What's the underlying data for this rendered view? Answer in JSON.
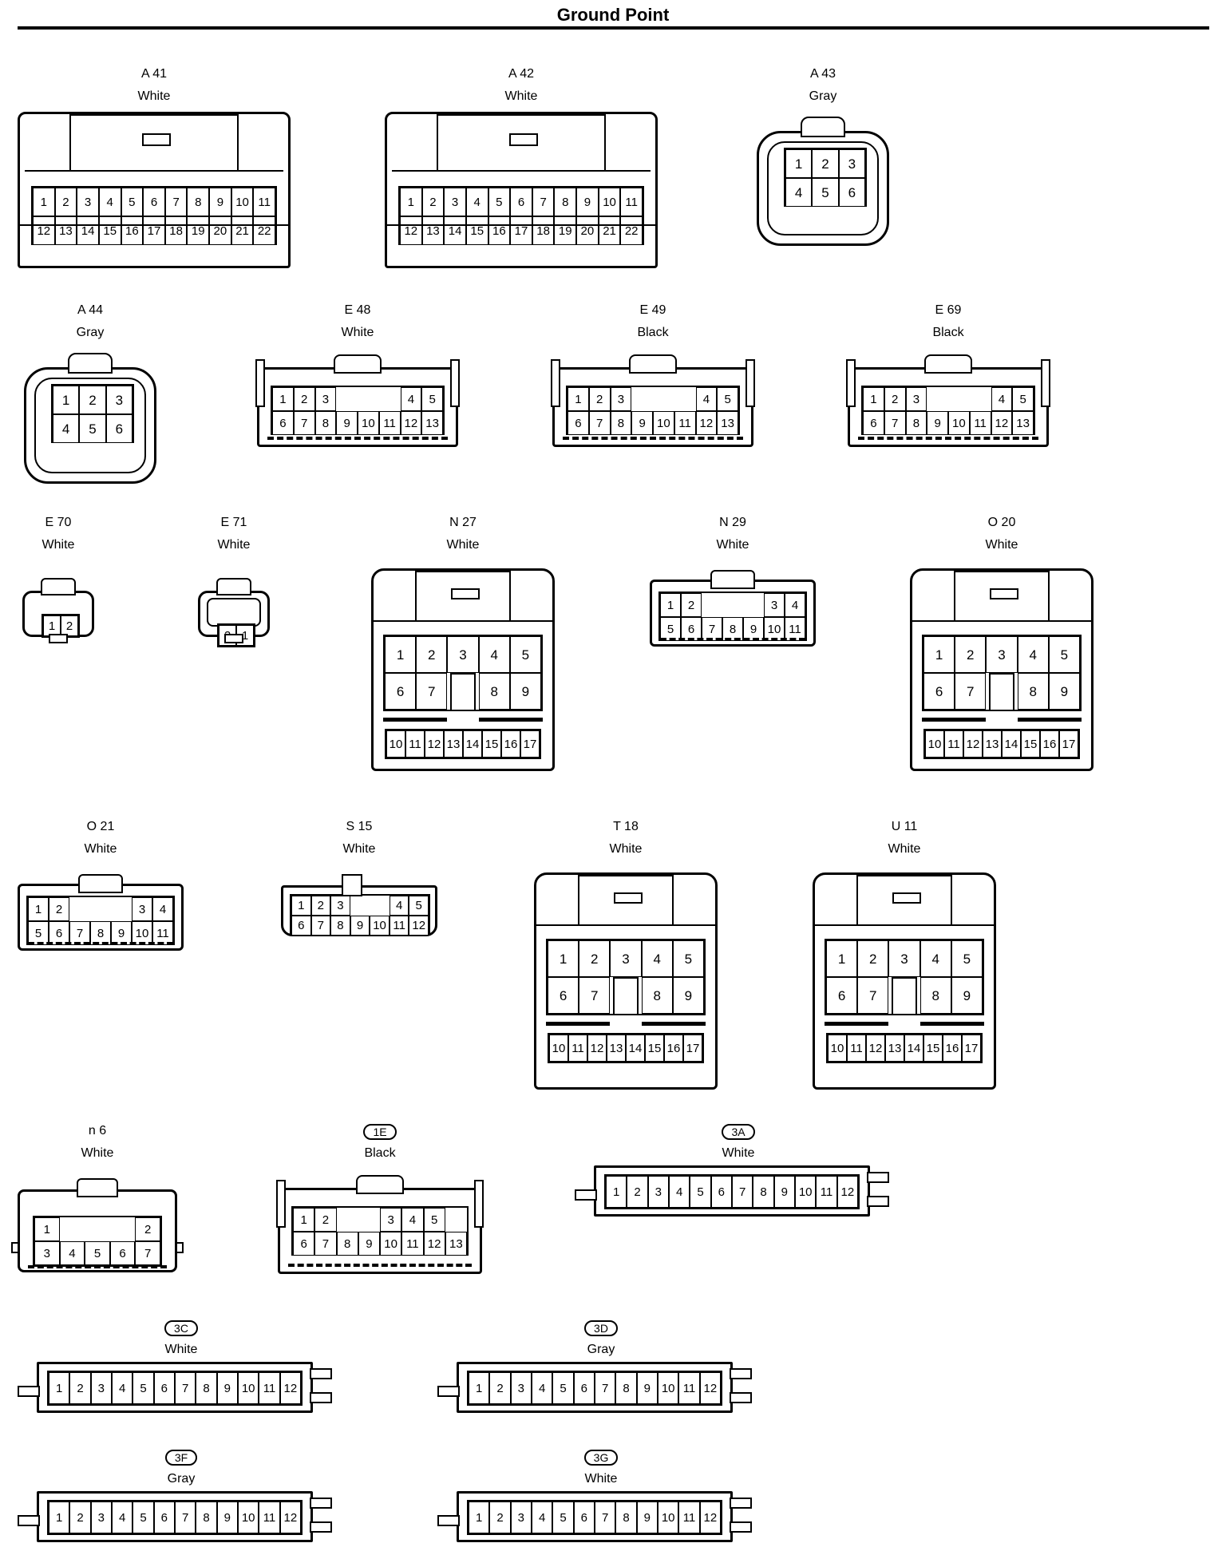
{
  "title": "Ground Point",
  "connectors": [
    {
      "id": "a41",
      "code": "A 41",
      "color": "White",
      "rows": [
        [
          "1",
          "2",
          "3",
          "4",
          "5",
          "6",
          "7",
          "8",
          "9",
          "10",
          "11"
        ],
        [
          "12",
          "13",
          "14",
          "15",
          "16",
          "17",
          "18",
          "19",
          "20",
          "21",
          "22"
        ]
      ]
    },
    {
      "id": "a42",
      "code": "A 42",
      "color": "White",
      "rows": [
        [
          "1",
          "2",
          "3",
          "4",
          "5",
          "6",
          "7",
          "8",
          "9",
          "10",
          "11"
        ],
        [
          "12",
          "13",
          "14",
          "15",
          "16",
          "17",
          "18",
          "19",
          "20",
          "21",
          "22"
        ]
      ]
    },
    {
      "id": "a43",
      "code": "A 43",
      "color": "Gray",
      "rows": [
        [
          "1",
          "2",
          "3"
        ],
        [
          "4",
          "5",
          "6"
        ]
      ]
    },
    {
      "id": "a44",
      "code": "A 44",
      "color": "Gray",
      "rows": [
        [
          "1",
          "2",
          "3"
        ],
        [
          "4",
          "5",
          "6"
        ]
      ]
    },
    {
      "id": "e48",
      "code": "E 48",
      "color": "White",
      "rows": [
        [
          "1",
          "2",
          "3",
          "",
          "",
          "4",
          "5"
        ],
        [
          "6",
          "7",
          "8",
          "9",
          "10",
          "11",
          "12",
          "13"
        ]
      ]
    },
    {
      "id": "e49",
      "code": "E 49",
      "color": "Black",
      "rows": [
        [
          "1",
          "2",
          "3",
          "",
          "",
          "4",
          "5"
        ],
        [
          "6",
          "7",
          "8",
          "9",
          "10",
          "11",
          "12",
          "13"
        ]
      ]
    },
    {
      "id": "e69",
      "code": "E 69",
      "color": "Black",
      "rows": [
        [
          "1",
          "2",
          "3",
          "",
          "",
          "4",
          "5"
        ],
        [
          "6",
          "7",
          "8",
          "9",
          "10",
          "11",
          "12",
          "13"
        ]
      ]
    },
    {
      "id": "e70",
      "code": "E 70",
      "color": "White",
      "rows": [
        [
          "1",
          "2"
        ]
      ]
    },
    {
      "id": "e71",
      "code": "E 71",
      "color": "White",
      "rows": [
        [
          "2",
          "1"
        ]
      ]
    },
    {
      "id": "n27",
      "code": "N 27",
      "color": "White",
      "rows": [
        [
          "1",
          "2",
          "3",
          "4",
          "5"
        ],
        [
          "6",
          "7",
          "",
          "8",
          "9"
        ],
        [
          "10",
          "11",
          "12",
          "13",
          "14",
          "15",
          "16",
          "17"
        ]
      ]
    },
    {
      "id": "n29",
      "code": "N 29",
      "color": "White",
      "rows": [
        [
          "1",
          "2",
          "",
          "",
          "3",
          "4"
        ],
        [
          "5",
          "6",
          "7",
          "8",
          "9",
          "10",
          "11"
        ]
      ]
    },
    {
      "id": "o20",
      "code": "O 20",
      "color": "White",
      "rows": [
        [
          "1",
          "2",
          "3",
          "4",
          "5"
        ],
        [
          "6",
          "7",
          "",
          "8",
          "9"
        ],
        [
          "10",
          "11",
          "12",
          "13",
          "14",
          "15",
          "16",
          "17"
        ]
      ]
    },
    {
      "id": "o21",
      "code": "O 21",
      "color": "White",
      "rows": [
        [
          "1",
          "2",
          "",
          "",
          "3",
          "4"
        ],
        [
          "5",
          "6",
          "7",
          "8",
          "9",
          "10",
          "11"
        ]
      ]
    },
    {
      "id": "s15",
      "code": "S 15",
      "color": "White",
      "rows": [
        [
          "1",
          "2",
          "3",
          "",
          "",
          "4",
          "5"
        ],
        [
          "6",
          "7",
          "8",
          "9",
          "10",
          "11",
          "12"
        ]
      ]
    },
    {
      "id": "t18",
      "code": "T 18",
      "color": "White",
      "rows": [
        [
          "1",
          "2",
          "3",
          "4",
          "5"
        ],
        [
          "6",
          "7",
          "",
          "8",
          "9"
        ],
        [
          "10",
          "11",
          "12",
          "13",
          "14",
          "15",
          "16",
          "17"
        ]
      ]
    },
    {
      "id": "u11",
      "code": "U 11",
      "color": "White",
      "rows": [
        [
          "1",
          "2",
          "3",
          "4",
          "5"
        ],
        [
          "6",
          "7",
          "",
          "8",
          "9"
        ],
        [
          "10",
          "11",
          "12",
          "13",
          "14",
          "15",
          "16",
          "17"
        ]
      ]
    },
    {
      "id": "n6",
      "code": "n 6",
      "color": "White",
      "rows": [
        [
          "1",
          "",
          "",
          "",
          "2"
        ],
        [
          "3",
          "4",
          "5",
          "6",
          "7"
        ]
      ]
    },
    {
      "id": "1e",
      "code": "1E",
      "color": "Black",
      "rows": [
        [
          "1",
          "2",
          "",
          "",
          "3",
          "4",
          "5"
        ],
        [
          "6",
          "7",
          "8",
          "9",
          "10",
          "11",
          "12",
          "13"
        ]
      ]
    },
    {
      "id": "3a",
      "code": "3A",
      "color": "White",
      "rows": [
        [
          "1",
          "2",
          "3",
          "4",
          "5",
          "6",
          "7",
          "8",
          "9",
          "10",
          "11",
          "12"
        ]
      ]
    },
    {
      "id": "3c",
      "code": "3C",
      "color": "White",
      "rows": [
        [
          "1",
          "2",
          "3",
          "4",
          "5",
          "6",
          "7",
          "8",
          "9",
          "10",
          "11",
          "12"
        ]
      ]
    },
    {
      "id": "3d",
      "code": "3D",
      "color": "Gray",
      "rows": [
        [
          "1",
          "2",
          "3",
          "4",
          "5",
          "6",
          "7",
          "8",
          "9",
          "10",
          "11",
          "12"
        ]
      ]
    },
    {
      "id": "3f",
      "code": "3F",
      "color": "Gray",
      "rows": [
        [
          "1",
          "2",
          "3",
          "4",
          "5",
          "6",
          "7",
          "8",
          "9",
          "10",
          "11",
          "12"
        ]
      ]
    },
    {
      "id": "3g",
      "code": "3G",
      "color": "White",
      "rows": [
        [
          "1",
          "2",
          "3",
          "4",
          "5",
          "6",
          "7",
          "8",
          "9",
          "10",
          "11",
          "12"
        ]
      ]
    }
  ]
}
